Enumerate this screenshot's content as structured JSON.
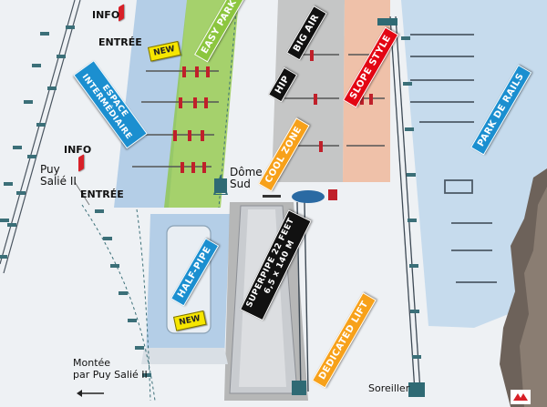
{
  "zones": {
    "easy_park": "EASY PARK",
    "espace_intermediaire": [
      "ESPACE",
      "INTERMÉDIAIRE"
    ],
    "big_air": "BIG AIR",
    "hip": "HIP",
    "slope_style": "SLOPE STYLE",
    "cool_zone": "COOL ZONE",
    "park_de_rails": "PARK DE RAILS",
    "half_pipe": "HALF-PIPE",
    "superpipe": [
      "SUPERPIPE 22 FEET",
      "6,5 x 140 M"
    ],
    "dedicated_lift": "DEDICATED LIFT"
  },
  "badges": {
    "new_top": "NEW",
    "new_bottom": "NEW"
  },
  "places": {
    "info_top": "INFO",
    "entree_top": "ENTRÉE",
    "info_left": "INFO",
    "entree_left": "ENTRÉE",
    "puy_salie": [
      "Puy",
      "Salié II"
    ],
    "dome_sud": [
      "Dôme",
      "Sud"
    ],
    "montee": [
      "Montée",
      "par Puy Salié II"
    ],
    "soreiller": "Soreiller"
  },
  "colors": {
    "easy_park": "#8cc63f",
    "espace_intermediaire": "#1b8fd0",
    "big_air": "#111111",
    "hip": "#111111",
    "slope_style": "#e30613",
    "cool_zone": "#f7a11a",
    "park_de_rails": "#1b8fd0",
    "half_pipe": "#1b8fd0",
    "superpipe": "#111111",
    "dedicated_lift": "#f7a11a",
    "info_icon": "#d82028",
    "new_badge": "#f6e600"
  },
  "icons": [
    "info-marker-icon",
    "lift-station-icon",
    "arrow-left-icon",
    "logo-icon"
  ]
}
